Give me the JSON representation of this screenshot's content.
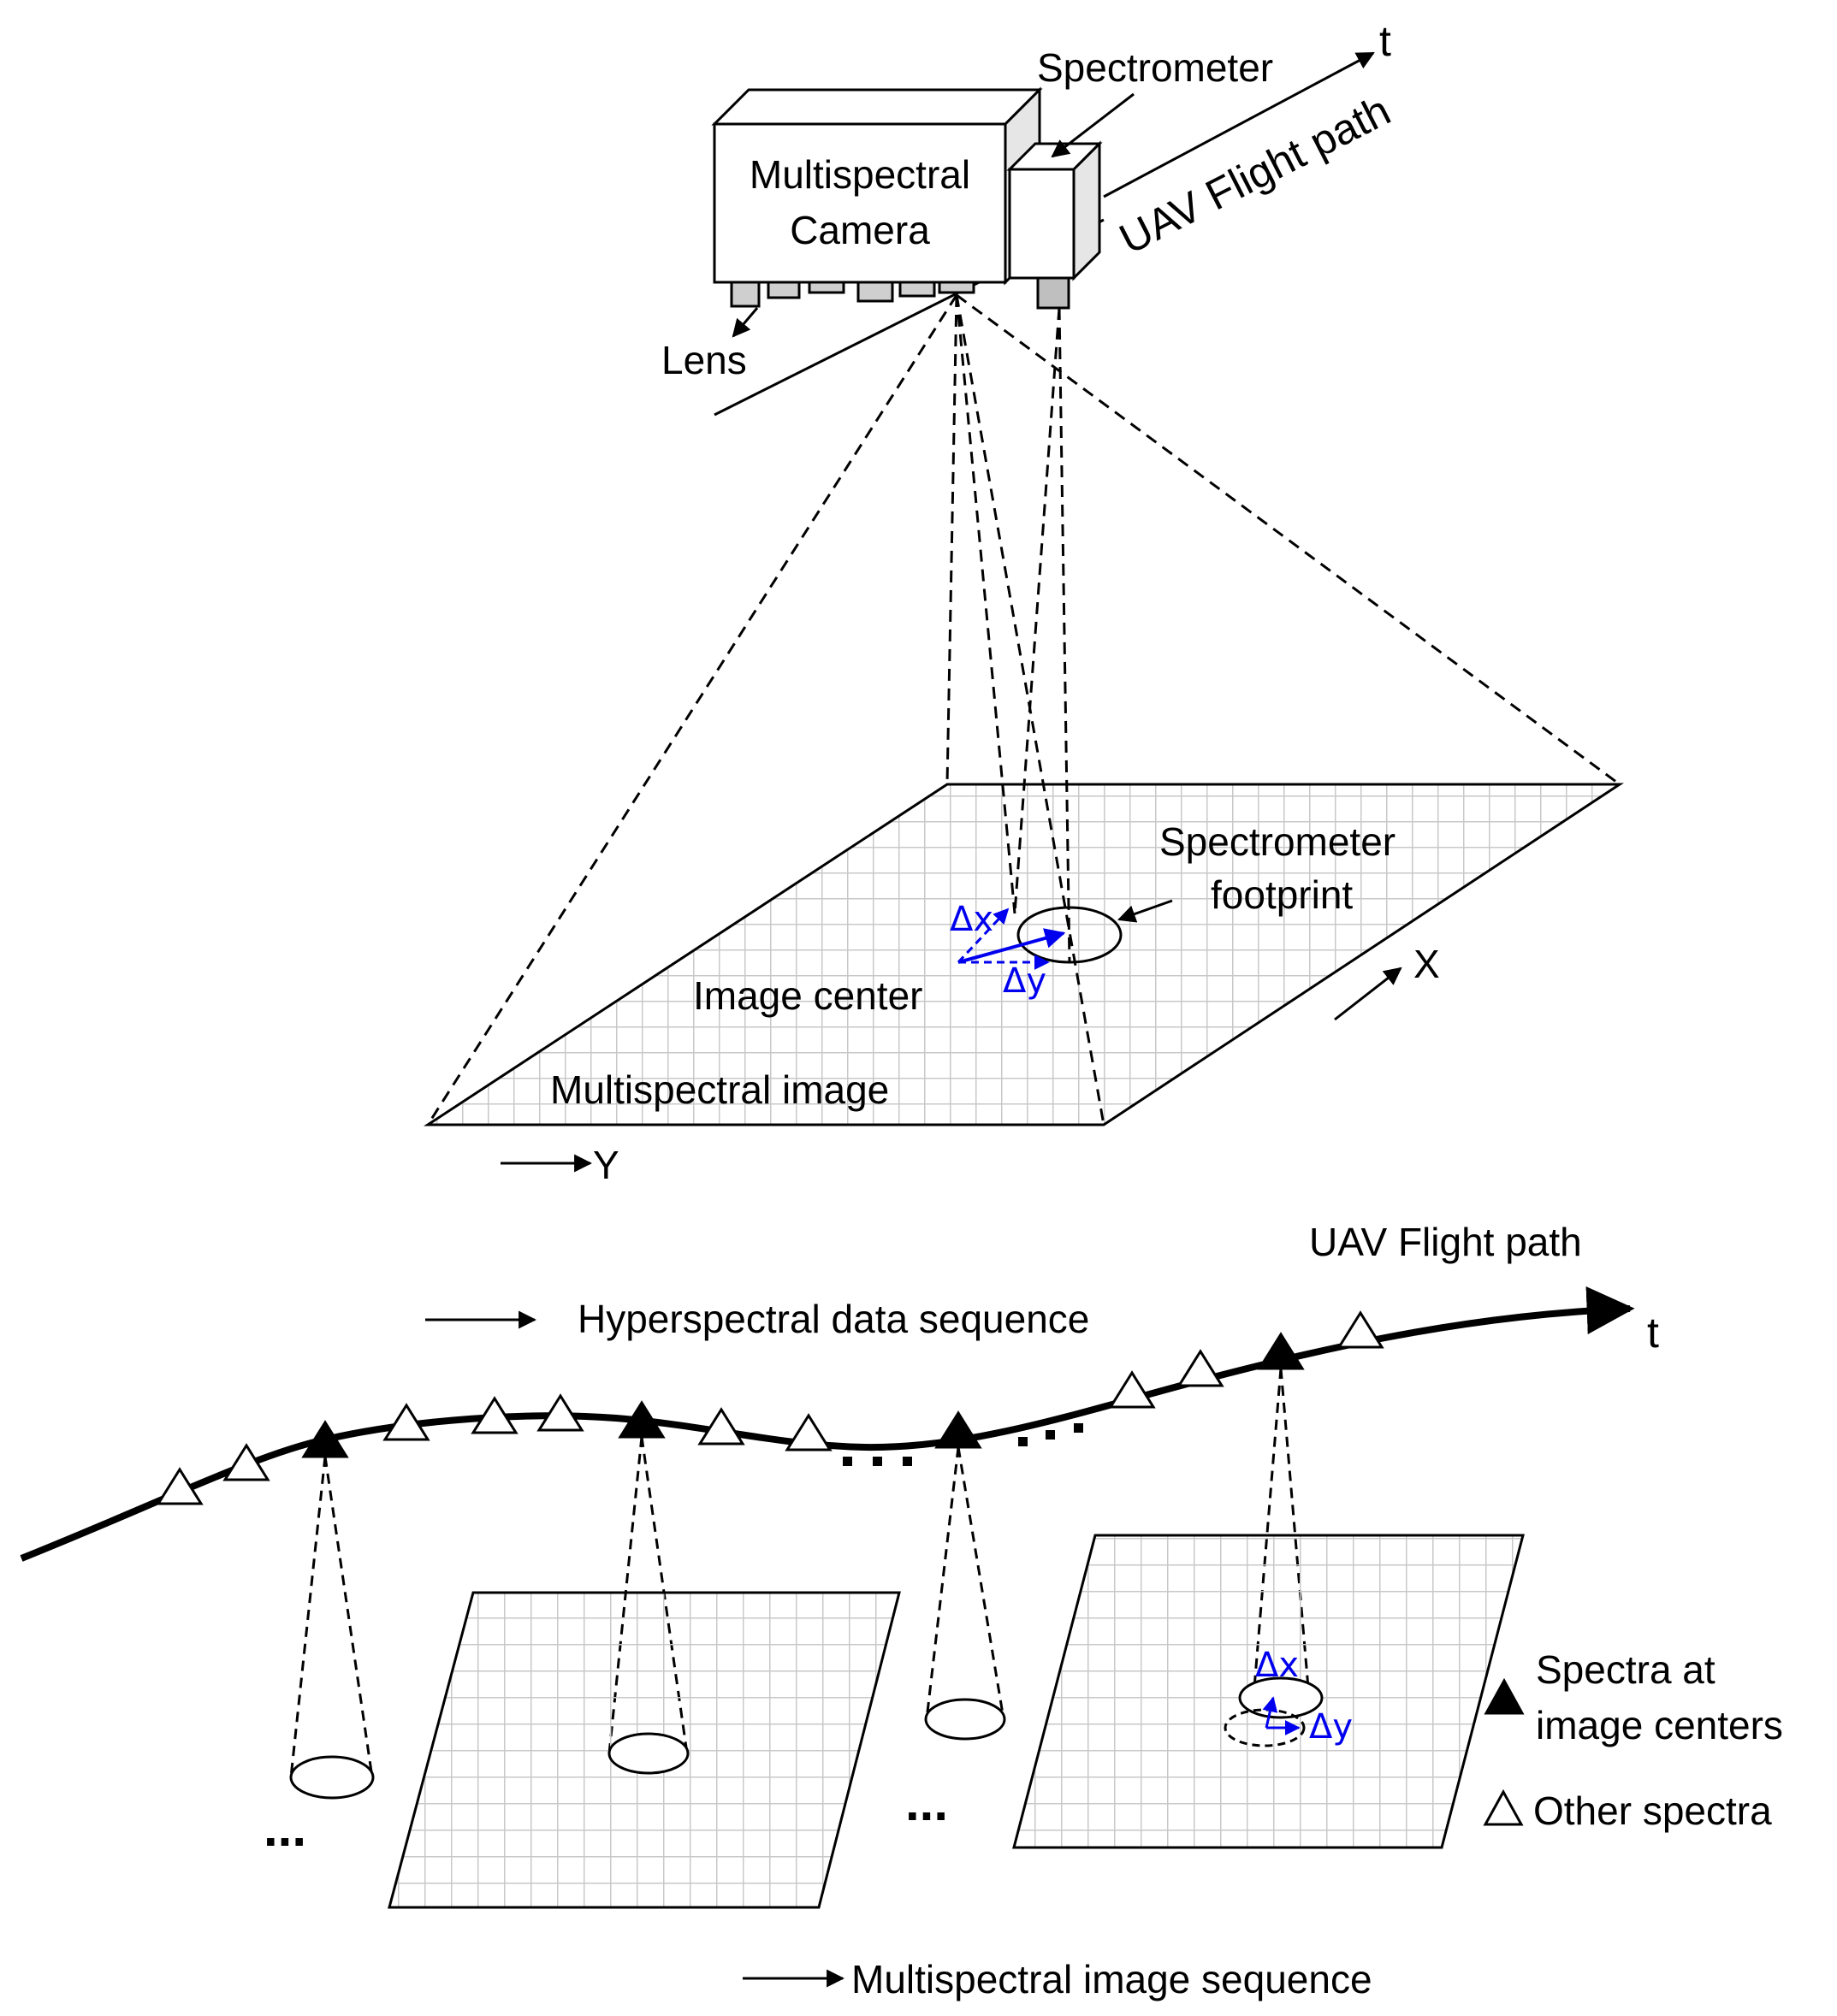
{
  "labels": {
    "spectrometer": "Spectrometer",
    "t_top": "t",
    "uav_flight_path_top": "UAV Flight path",
    "camera_line1": "Multispectral",
    "camera_line2": "Camera",
    "lens": "Lens",
    "footprint_line1": "Spectrometer",
    "footprint_line2": "footprint",
    "dx": "Δx",
    "dy": "Δy",
    "image_center": "Image center",
    "x_axis": "X",
    "multispectral_image": "Multispectral image",
    "y_axis": "Y",
    "uav_flight_path_bottom": "UAV Flight path",
    "hyperspectral_sequence": "Hyperspectral data sequence",
    "t_bottom": "t",
    "ellipsis": "...",
    "legend_filled_line1": "Spectra at",
    "legend_filled_line2": "image centers",
    "legend_open": "Other spectra",
    "multispectral_image_sequence": "Multispectral image sequence"
  },
  "colors": {
    "line": "#000000",
    "grid": "#c8c8c8",
    "accent": "#0000ee"
  }
}
